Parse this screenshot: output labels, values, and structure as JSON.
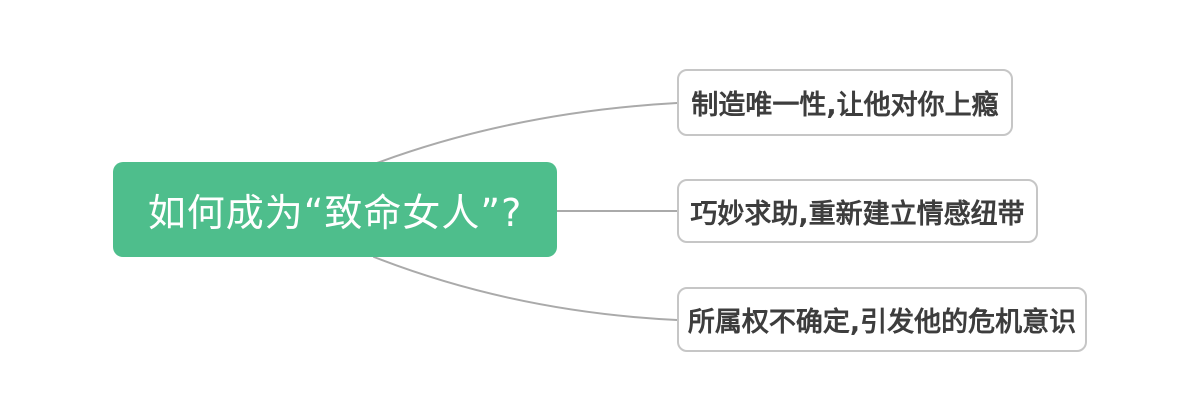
{
  "canvas": {
    "background_color": "#ffffff"
  },
  "mindmap": {
    "root": {
      "label": "如何成为“致命女人”?",
      "bg_color": "#4ebe8c",
      "text_color": "#ffffff"
    },
    "branches": [
      {
        "label": "制造唯一性,让他对你上瘾"
      },
      {
        "label": "巧妙求助,重新建立情感纽带"
      },
      {
        "label": "所属权不确定,引发他的危机意识"
      }
    ],
    "branch_style": {
      "bg_color": "#ffffff",
      "border_color": "#c6c6c6",
      "text_color": "#3d3d3d"
    },
    "connector_color": "#aaaaaa"
  }
}
